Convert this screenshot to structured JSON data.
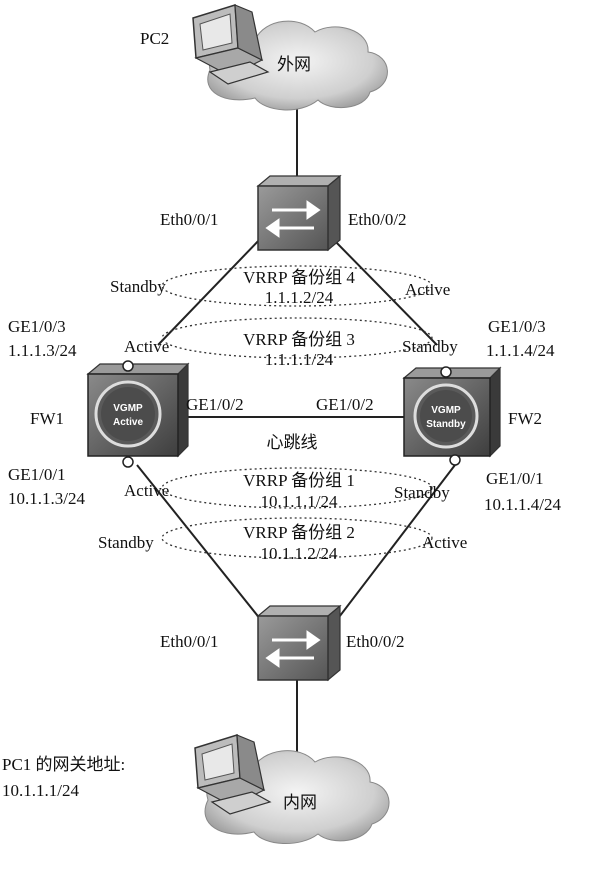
{
  "pc2": {
    "name": "PC2",
    "cloud": "外网"
  },
  "pc1": {
    "gateway_line1": "PC1 的网关地址:",
    "gateway_line2": "10.1.1.1/24",
    "cloud": "内网"
  },
  "switch_top": {
    "port_left": "Eth0/0/1",
    "port_right": "Eth0/0/2"
  },
  "switch_bottom": {
    "port_left": "Eth0/0/1",
    "port_right": "Eth0/0/2"
  },
  "fw1": {
    "name": "FW1",
    "vgmp_line1": "VGMP",
    "vgmp_line2": "Active",
    "upper_port": "GE1/0/3",
    "upper_ip": "1.1.1.3/24",
    "lower_port": "GE1/0/1",
    "lower_ip": "10.1.1.3/24",
    "heartbeat_port": "GE1/0/2"
  },
  "fw2": {
    "name": "FW2",
    "vgmp_line1": "VGMP",
    "vgmp_line2": "Standby",
    "upper_port": "GE1/0/3",
    "upper_ip": "1.1.1.4/24",
    "lower_port": "GE1/0/1",
    "lower_ip": "10.1.1.4/24",
    "heartbeat_port": "GE1/0/2"
  },
  "heartbeat": "心跳线",
  "vrrp": [
    {
      "label": "VRRP 备份组 4",
      "ip": "1.1.1.2/24",
      "left_state": "Standby",
      "right_state": "Active"
    },
    {
      "label": "VRRP 备份组 3",
      "ip": "1.1.1.1/24",
      "left_state": "Active",
      "right_state": "Standby"
    },
    {
      "label": "VRRP 备份组 1",
      "ip": "10.1.1.1/24",
      "left_state": "Active",
      "right_state": "Standby"
    },
    {
      "label": "VRRP 备份组 2",
      "ip": "10.1.1.2/24",
      "left_state": "Standby",
      "right_state": "Active"
    }
  ]
}
